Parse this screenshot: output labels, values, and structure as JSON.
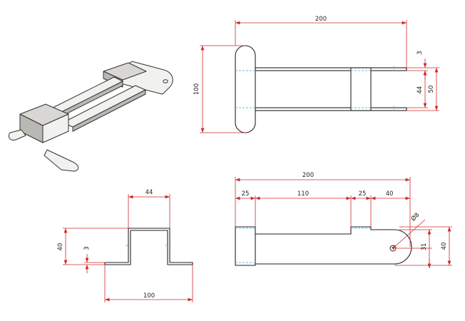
{
  "drawing": {
    "top_view": {
      "overall_length": "200",
      "overall_height": "100",
      "tab_thickness": "3",
      "channel_inner": "44",
      "channel_outer": "50"
    },
    "front_view": {
      "channel_width": "44",
      "flange_height": "40",
      "thickness": "3",
      "overall_width": "100"
    },
    "side_view": {
      "overall_length": "200",
      "segments": [
        "25",
        "110",
        "25",
        "40"
      ],
      "hole_diameter": "Ø8",
      "hole_height": "31",
      "end_height": "40"
    }
  },
  "colors": {
    "dimension": "#cc2b2b",
    "outline": "#222222",
    "hidden": "#6fb9d6"
  }
}
